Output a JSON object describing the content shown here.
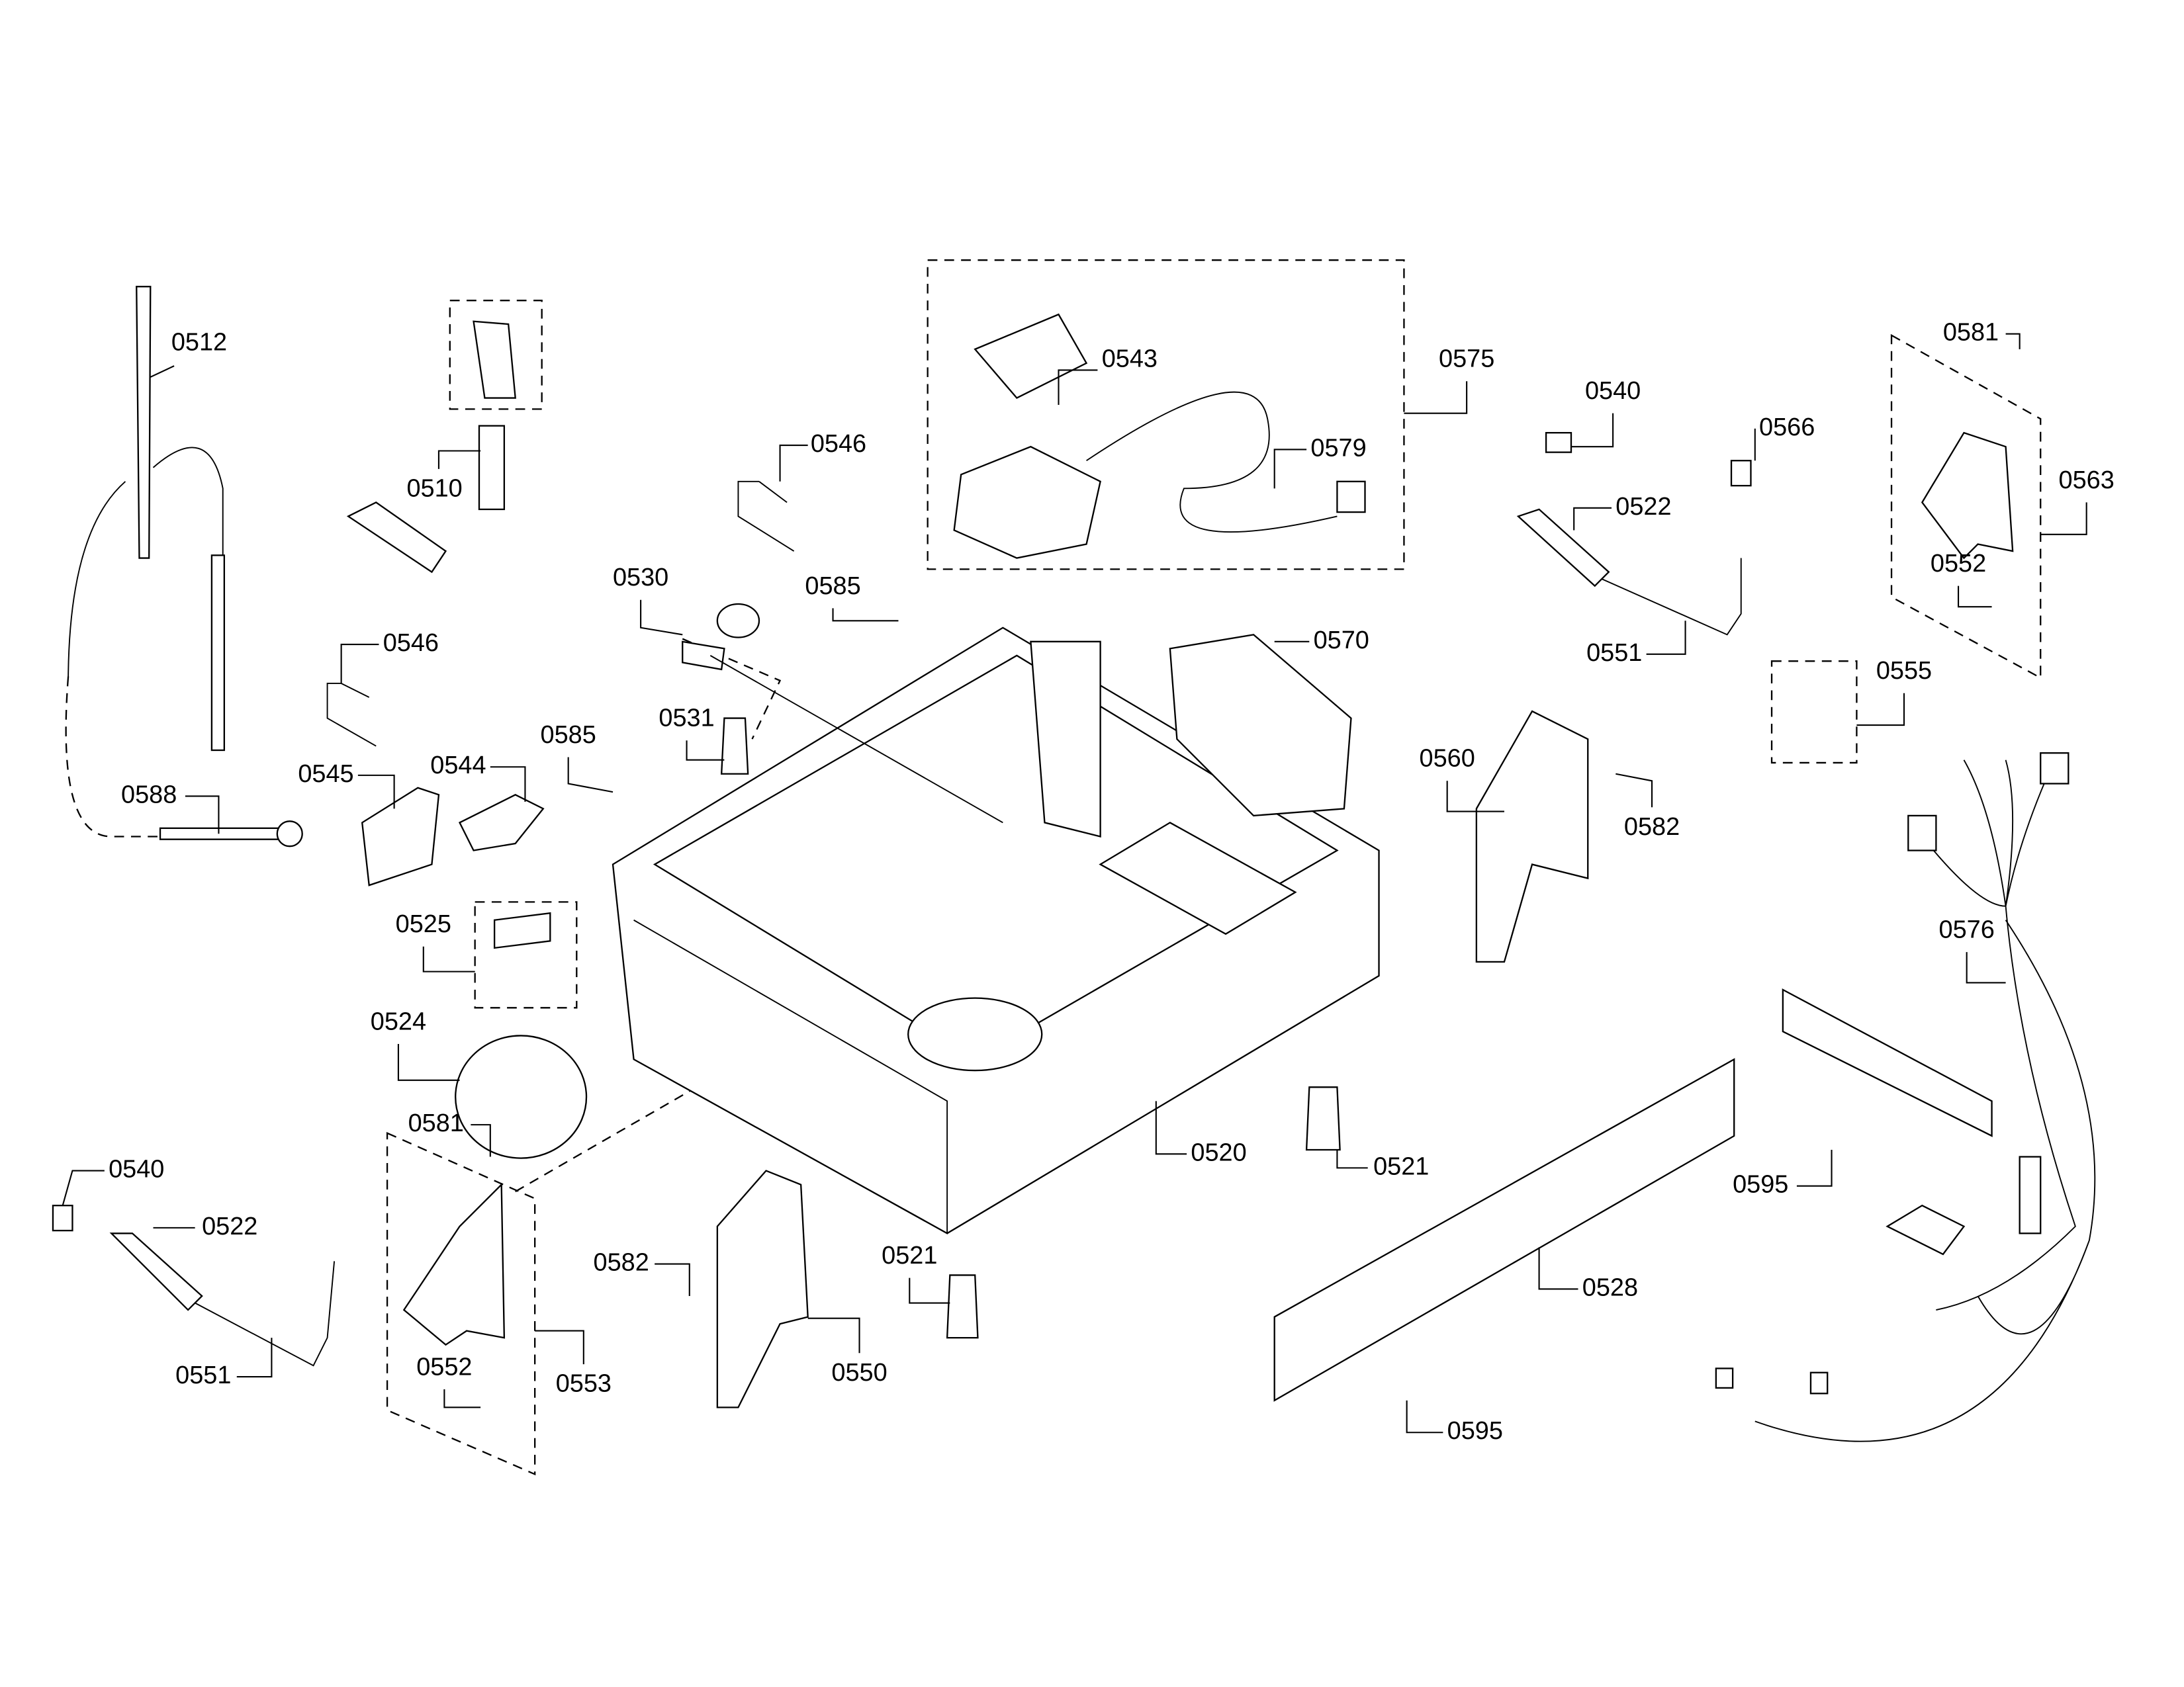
{
  "diagram": {
    "type": "exploded parts diagram",
    "colors": {
      "line": "#000000",
      "background": "#ffffff"
    },
    "callouts": [
      "0512",
      "0510",
      "0546",
      "0546",
      "0530",
      "0585",
      "0585",
      "0531",
      "0545",
      "0544",
      "0588",
      "0525",
      "0524",
      "0581",
      "0540",
      "0522",
      "0551",
      "0552",
      "0553",
      "0582",
      "0550",
      "0521",
      "0521",
      "0520",
      "0543",
      "0575",
      "0579",
      "0570",
      "0540",
      "0522",
      "0566",
      "0551",
      "0581",
      "0563",
      "0552",
      "0555",
      "0560",
      "0582",
      "0576",
      "0595",
      "0528",
      "0595"
    ]
  }
}
